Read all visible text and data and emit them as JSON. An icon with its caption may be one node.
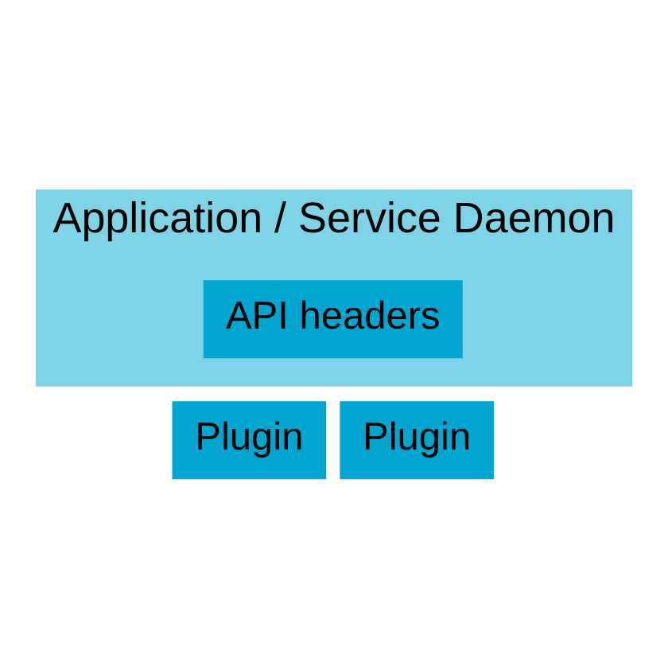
{
  "diagram": {
    "nodes": [
      {
        "text": [
          "Application / Service Daemon"
        ]
      },
      {
        "text": [
          "API headers"
        ],
        "in": 0
      },
      {
        "text": [
          "Plugin"
        ]
      },
      {
        "text": [
          "Plugin"
        ]
      }
    ]
  }
}
